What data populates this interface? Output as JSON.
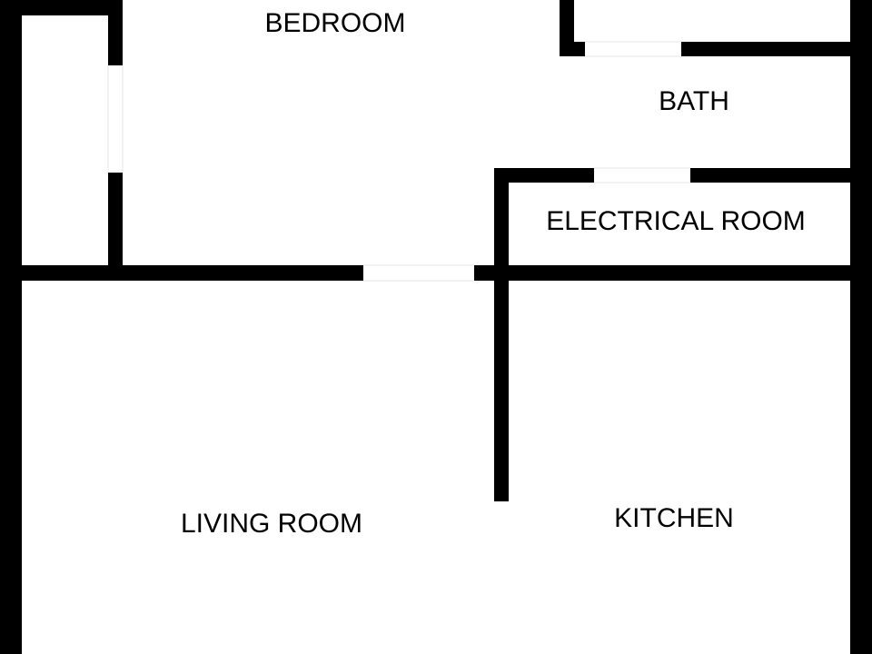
{
  "floor_plan": {
    "rooms": {
      "bedroom": "BEDROOM",
      "bath": "BATH",
      "electrical_room": "ELECTRICAL ROOM",
      "living_room": "LIVING ROOM",
      "kitchen": "KITCHEN"
    },
    "colors": {
      "wall": "#000000",
      "floor": "#ffffff",
      "opening": "#e6e6e6"
    }
  }
}
